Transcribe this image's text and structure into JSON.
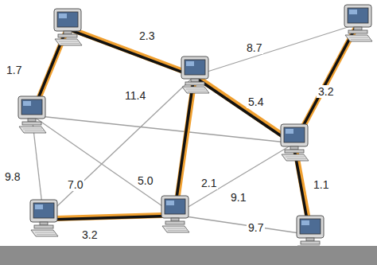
{
  "diagram": {
    "labels": [
      "2.3",
      "8.7",
      "1.7",
      "3.2",
      "5.4",
      "11.4",
      "9.8",
      "7.0",
      "5.0",
      "2.1",
      "9.1",
      "1.1",
      "3.2",
      "9.7"
    ]
  }
}
